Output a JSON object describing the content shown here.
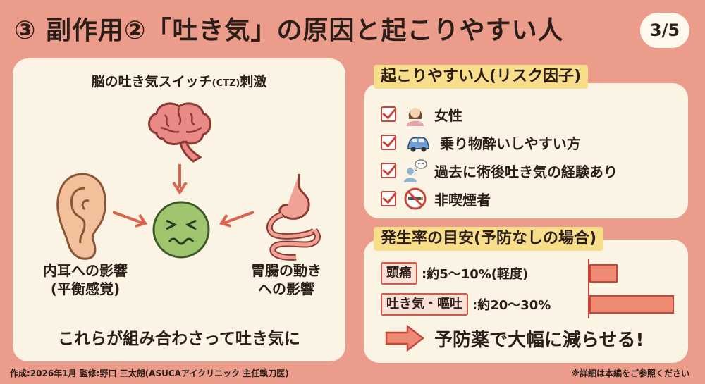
{
  "title": "③ 副作用②「吐き気」の原因と起こりやすい人",
  "page_indicator": "3/5",
  "left_panel": {
    "heading_main": "脳の吐き気スイッチ",
    "heading_small": "(CTZ)",
    "heading_tail": "刺激",
    "ear_label_line1": "内耳への影響",
    "ear_label_line2": "(平衡感覚)",
    "gut_label_line1": "胃腸の動き",
    "gut_label_line2": "への影響",
    "combination_text": "これらが組み合わさって吐き気に"
  },
  "risk_section": {
    "heading": "起こりやすい人(リスク因子)",
    "items": [
      {
        "label": "女性",
        "icon": "woman-icon"
      },
      {
        "label": "乗り物酔いしやすい方",
        "icon": "car-icon"
      },
      {
        "label": "過去に術後吐き気の経験あり",
        "icon": "person-thought-icon"
      },
      {
        "label": "非喫煙者",
        "icon": "no-smoking-icon"
      }
    ]
  },
  "rate_section": {
    "heading": "発生率の目安(予防なしの場合)",
    "rows": [
      {
        "key": "頭痛",
        "value": ":約5〜10%(軽度)",
        "rate_fraction": 0.1
      },
      {
        "key": "吐き気・嘔吐",
        "value": ":約20〜30%",
        "rate_fraction": 0.3
      }
    ],
    "conclusion": "予防薬で大幅に減らせる!"
  },
  "footer": {
    "credit": "作成:2026年1月 監修:野口 三太朗(ASUCAアイクリニック 主任執刀医)",
    "note": "※詳細は本編をご参照ください"
  },
  "colors": {
    "background": "#ec9c8a",
    "panel": "#fbf3e3",
    "highlight": "#f8dd8a",
    "accent": "#c9463a"
  }
}
